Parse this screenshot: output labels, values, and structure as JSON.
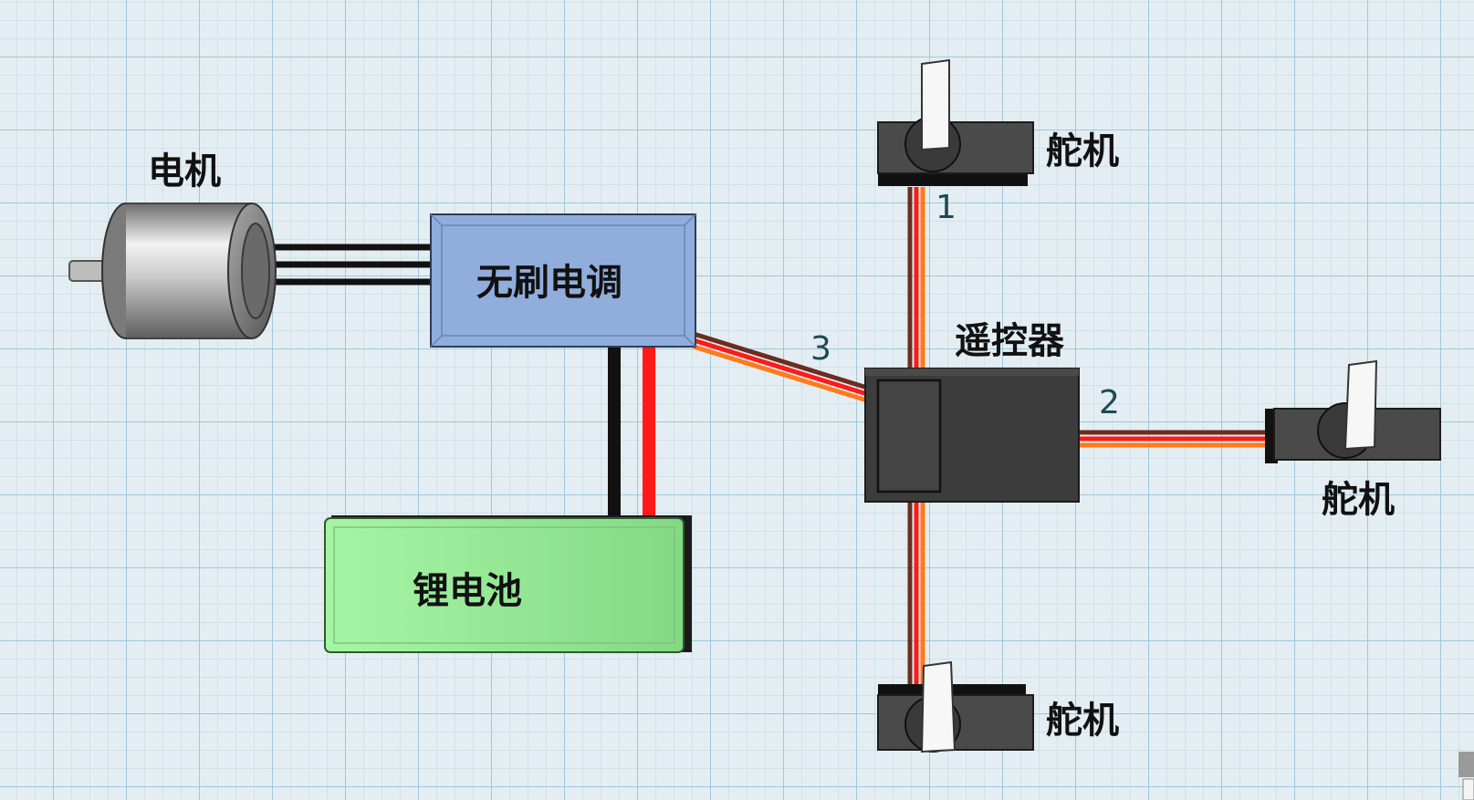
{
  "labels": {
    "motor": "电机",
    "esc": "无刷电调",
    "battery": "锂电池",
    "receiver": "遥控器",
    "servo_top": "舵机",
    "servo_right": "舵机",
    "servo_bottom": "舵机"
  },
  "channels": {
    "ch1": "1",
    "ch2": "2",
    "ch3": "3"
  },
  "colors": {
    "esc_fill": "#8faedd",
    "battery_fill": "#96e896",
    "receiver_fill": "#3c3c3c",
    "servo_fill": "#4a4a4a",
    "wire_brown": "#6b2e1e",
    "wire_red": "#ff1a1a",
    "wire_orange": "#ff7a1a",
    "wire_black": "#111111"
  },
  "icons": {
    "motor": "motor-icon",
    "servo": "servo-icon"
  }
}
